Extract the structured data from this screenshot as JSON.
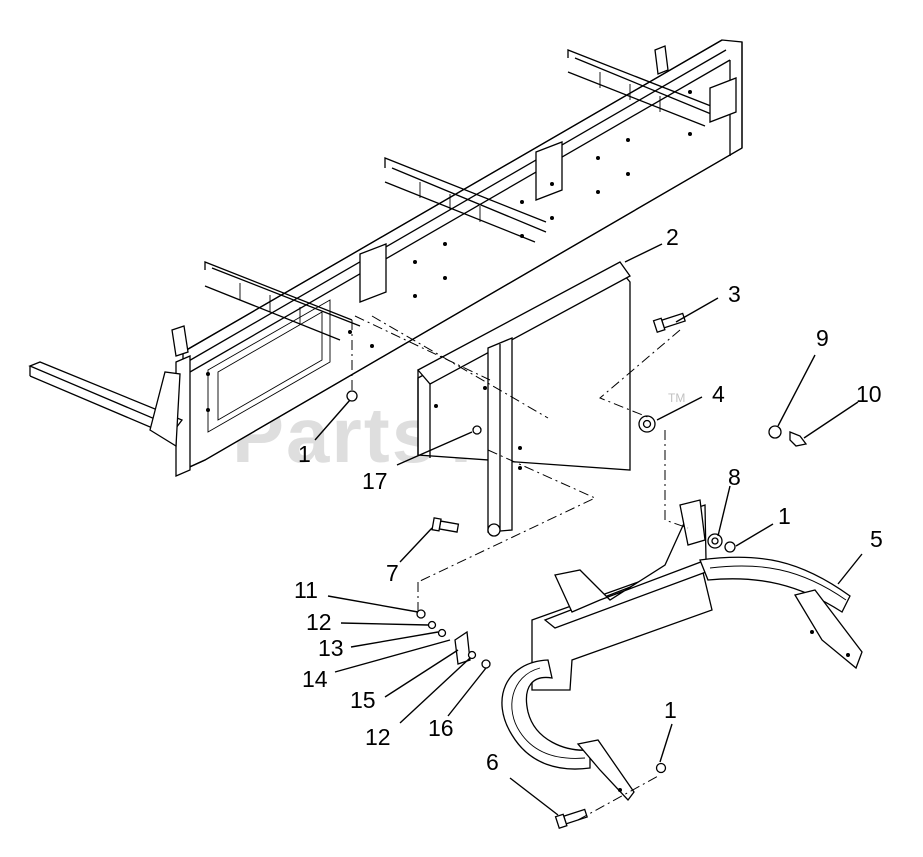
{
  "diagram": {
    "watermark": "PartsTree",
    "watermark_mark": "TM",
    "callouts": {
      "c1_left": "1",
      "c2": "2",
      "c3": "3",
      "c4": "4",
      "c5": "5",
      "c6": "6",
      "c7": "7",
      "c8": "8",
      "c1_right": "1",
      "c9": "9",
      "c10": "10",
      "c11": "11",
      "c12_top": "12",
      "c13": "13",
      "c14": "14",
      "c15": "15",
      "c12_bottom": "12",
      "c16": "16",
      "c17": "17",
      "c1_bottom": "1"
    }
  }
}
